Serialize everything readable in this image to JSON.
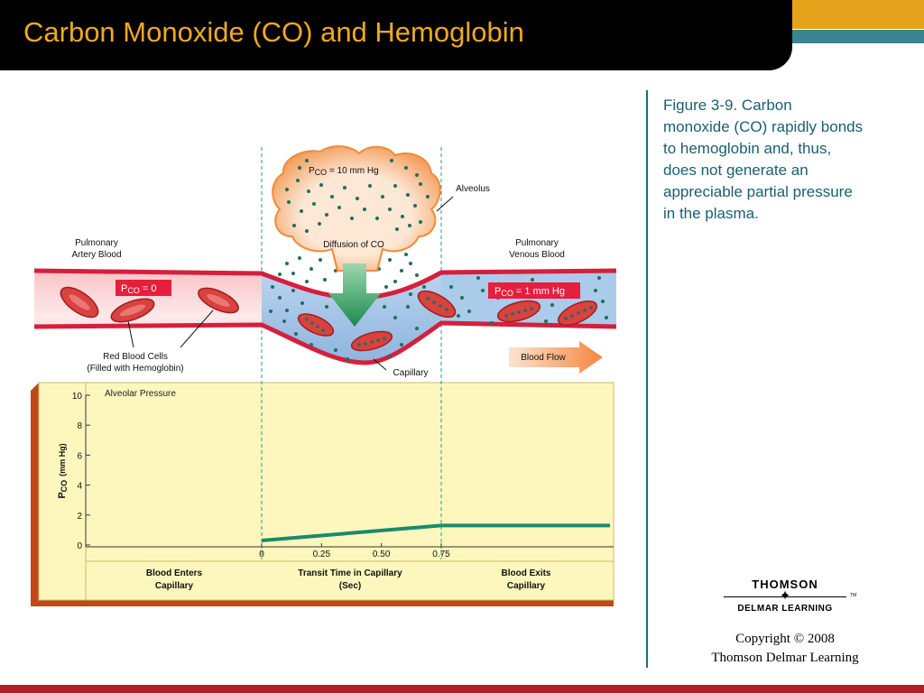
{
  "slide": {
    "title": "Carbon Monoxide (CO) and Hemoglobin"
  },
  "caption": {
    "line1": "Figure 3-9.  Carbon",
    "line2": "monoxide (CO) rapidly bonds",
    "line3": "to hemoglobin and, thus,",
    "line4": "does not generate an",
    "line5": "appreciable partial pressure",
    "line6": "in the plasma."
  },
  "diagram": {
    "alveolus_label": "Alveolus",
    "alveolus_pco_symbol": "P",
    "alveolus_pco_sub": "CO",
    "alveolus_pco_value": " = 10 mm Hg",
    "diffusion_label": "Diffusion of CO",
    "artery_label_1": "Pulmonary",
    "artery_label_2": "Artery Blood",
    "vein_label_1": "Pulmonary",
    "vein_label_2": "Venous Blood",
    "artery_pco_symbol": "P",
    "artery_pco_sub": "CO",
    "artery_pco_value": " = 0",
    "vein_pco_symbol": "P",
    "vein_pco_sub": "CO",
    "vein_pco_value": " = 1 mm Hg",
    "rbc_label_1": "Red Blood Cells",
    "rbc_label_2": "(Filled with Hemoglobin)",
    "capillary_label": "Capillary",
    "blood_flow_label": "Blood Flow"
  },
  "chart_data": {
    "type": "line",
    "ylabel_symbol": "P",
    "ylabel_sub": "CO",
    "ylabel_unit": "(mm Hg)",
    "ylim": [
      0,
      10
    ],
    "yticks": [
      0,
      2,
      4,
      6,
      8,
      10
    ],
    "xticks": [
      0,
      0.25,
      0.5,
      0.75
    ],
    "xtick_labels": [
      "0",
      "0.25",
      "0.50",
      "0.75"
    ],
    "annotation": "Alveolar Pressure",
    "series": [
      {
        "x": [
          0,
          0.75,
          1.5
        ],
        "y": [
          0.3,
          1.3,
          1.3
        ]
      }
    ],
    "color": "#1a8a6e",
    "footer": {
      "left_1": "Blood Enters",
      "left_2": "Capillary",
      "mid_1": "Transit Time in Capillary",
      "mid_2": "(Sec)",
      "right_1": "Blood Exits",
      "right_2": "Capillary"
    }
  },
  "logo": {
    "top": "THOMSON",
    "bottom": "DELMAR LEARNING",
    "tm": "TM"
  },
  "copyright": {
    "line1": "Copyright © 2008",
    "line2": "Thomson Delmar Learning"
  },
  "colors": {
    "title": "#f0a91e",
    "accent_teal": "#1a5e6e",
    "curve": "#1a8a6e",
    "chart_bg": "#fdf7bd",
    "chart_edge": "#c2461a",
    "vessel": "#d51f3c"
  }
}
